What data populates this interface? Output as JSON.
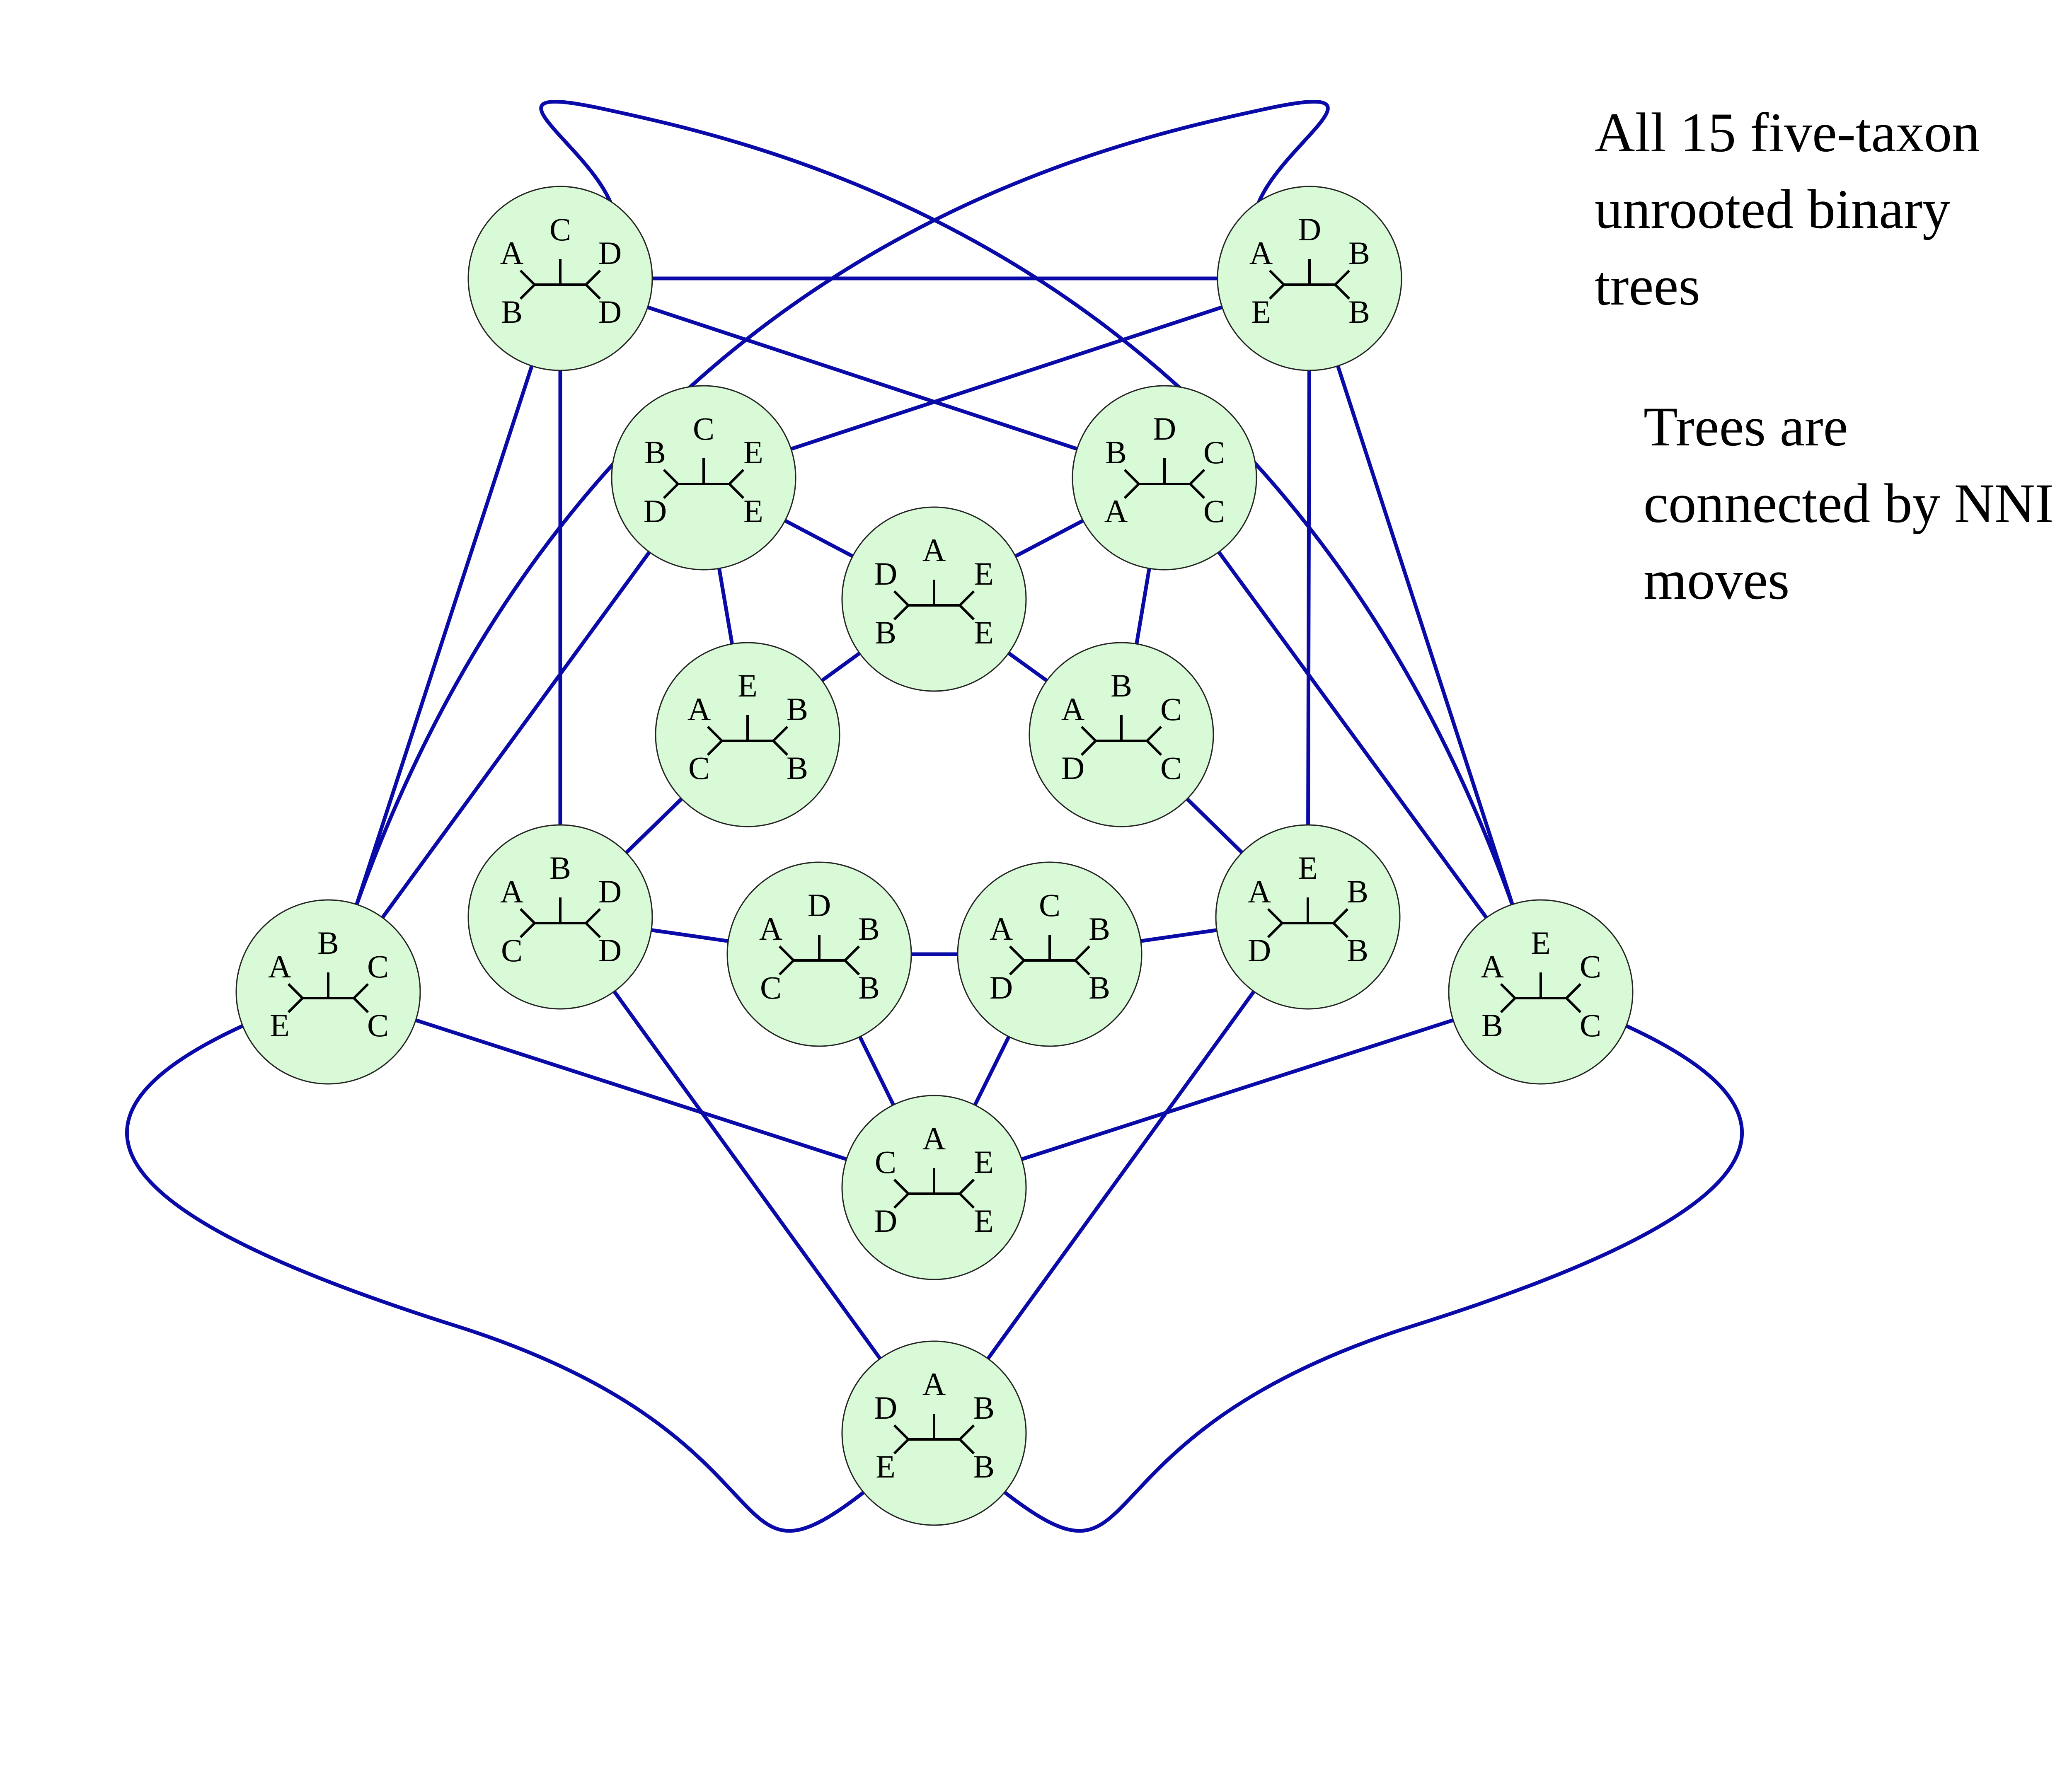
{
  "captions": {
    "title_lines": [
      "All 15 five-taxon",
      "unrooted binary",
      "trees"
    ],
    "note_lines": [
      "Trees are",
      "connected by NNI",
      "moves"
    ]
  },
  "colors": {
    "edge": "#0a0aa8",
    "node_fill": "#d9fad6",
    "node_stroke": "#222222",
    "tree_stroke": "#000000"
  },
  "trees": [
    {
      "id": "outer-top-left",
      "labels": {
        "ul": "A",
        "ll": "B",
        "mid": "C",
        "ur": "D",
        "lr": "D"
      }
    },
    {
      "id": "outer-top-right",
      "labels": {
        "ul": "A",
        "ll": "E",
        "mid": "D",
        "ur": "B",
        "lr": "B"
      }
    },
    {
      "id": "outer-right",
      "labels": {
        "ul": "A",
        "ll": "B",
        "mid": "E",
        "ur": "C",
        "lr": "C"
      }
    },
    {
      "id": "outer-bottom",
      "labels": {
        "ul": "D",
        "ll": "E",
        "mid": "A",
        "ur": "B",
        "lr": "B"
      }
    },
    {
      "id": "outer-left",
      "labels": {
        "ul": "A",
        "ll": "E",
        "mid": "B",
        "ur": "C",
        "lr": "C"
      }
    },
    {
      "id": "mid-top-left",
      "labels": {
        "ul": "B",
        "ll": "D",
        "mid": "C",
        "ur": "E",
        "lr": "E"
      }
    },
    {
      "id": "mid-top-right",
      "labels": {
        "ul": "B",
        "ll": "A",
        "mid": "D",
        "ur": "C",
        "lr": "C"
      }
    },
    {
      "id": "mid-right",
      "labels": {
        "ul": "A",
        "ll": "D",
        "mid": "E",
        "ur": "B",
        "lr": "B"
      }
    },
    {
      "id": "mid-bottom",
      "labels": {
        "ul": "C",
        "ll": "D",
        "mid": "A",
        "ur": "E",
        "lr": "E"
      }
    },
    {
      "id": "mid-left",
      "labels": {
        "ul": "A",
        "ll": "C",
        "mid": "B",
        "ur": "D",
        "lr": "D"
      }
    },
    {
      "id": "inner-top",
      "labels": {
        "ul": "D",
        "ll": "B",
        "mid": "A",
        "ur": "E",
        "lr": "E"
      }
    },
    {
      "id": "inner-right",
      "labels": {
        "ul": "A",
        "ll": "D",
        "mid": "B",
        "ur": "C",
        "lr": "C"
      }
    },
    {
      "id": "inner-bottom-right",
      "labels": {
        "ul": "A",
        "ll": "D",
        "mid": "C",
        "ur": "B",
        "lr": "B"
      }
    },
    {
      "id": "inner-bottom-left",
      "labels": {
        "ul": "A",
        "ll": "C",
        "mid": "D",
        "ur": "B",
        "lr": "B"
      }
    },
    {
      "id": "inner-left",
      "labels": {
        "ul": "A",
        "ll": "C",
        "mid": "E",
        "ur": "B",
        "lr": "B"
      }
    }
  ],
  "nni_edges": [
    [
      "outer-top-left",
      "outer-left"
    ],
    [
      "outer-top-left",
      "mid-left"
    ],
    [
      "outer-top-left",
      "outer-top-right"
    ],
    [
      "outer-top-left",
      "mid-top-right"
    ],
    [
      "outer-top-right",
      "mid-top-left"
    ],
    [
      "outer-top-right",
      "mid-right"
    ],
    [
      "outer-top-right",
      "outer-right"
    ],
    [
      "outer-left",
      "mid-top-left"
    ],
    [
      "outer-left",
      "mid-bottom"
    ],
    [
      "outer-right",
      "mid-top-right"
    ],
    [
      "outer-right",
      "mid-bottom"
    ],
    [
      "outer-bottom",
      "mid-left"
    ],
    [
      "outer-bottom",
      "mid-right"
    ],
    [
      "mid-top-left",
      "inner-top"
    ],
    [
      "mid-top-left",
      "inner-left"
    ],
    [
      "mid-top-right",
      "inner-top"
    ],
    [
      "mid-top-right",
      "inner-right"
    ],
    [
      "mid-left",
      "inner-left"
    ],
    [
      "mid-left",
      "inner-bottom-left"
    ],
    [
      "mid-right",
      "inner-right"
    ],
    [
      "mid-right",
      "inner-bottom-right"
    ],
    [
      "mid-bottom",
      "inner-bottom-left"
    ],
    [
      "mid-bottom",
      "inner-bottom-right"
    ],
    [
      "inner-top",
      "inner-left"
    ],
    [
      "inner-top",
      "inner-right"
    ],
    [
      "inner-bottom-left",
      "inner-bottom-right"
    ],
    [
      "outer-top-left",
      "outer-right"
    ],
    [
      "outer-top-right",
      "outer-left"
    ],
    [
      "outer-left",
      "outer-bottom"
    ],
    [
      "outer-right",
      "outer-bottom"
    ]
  ]
}
